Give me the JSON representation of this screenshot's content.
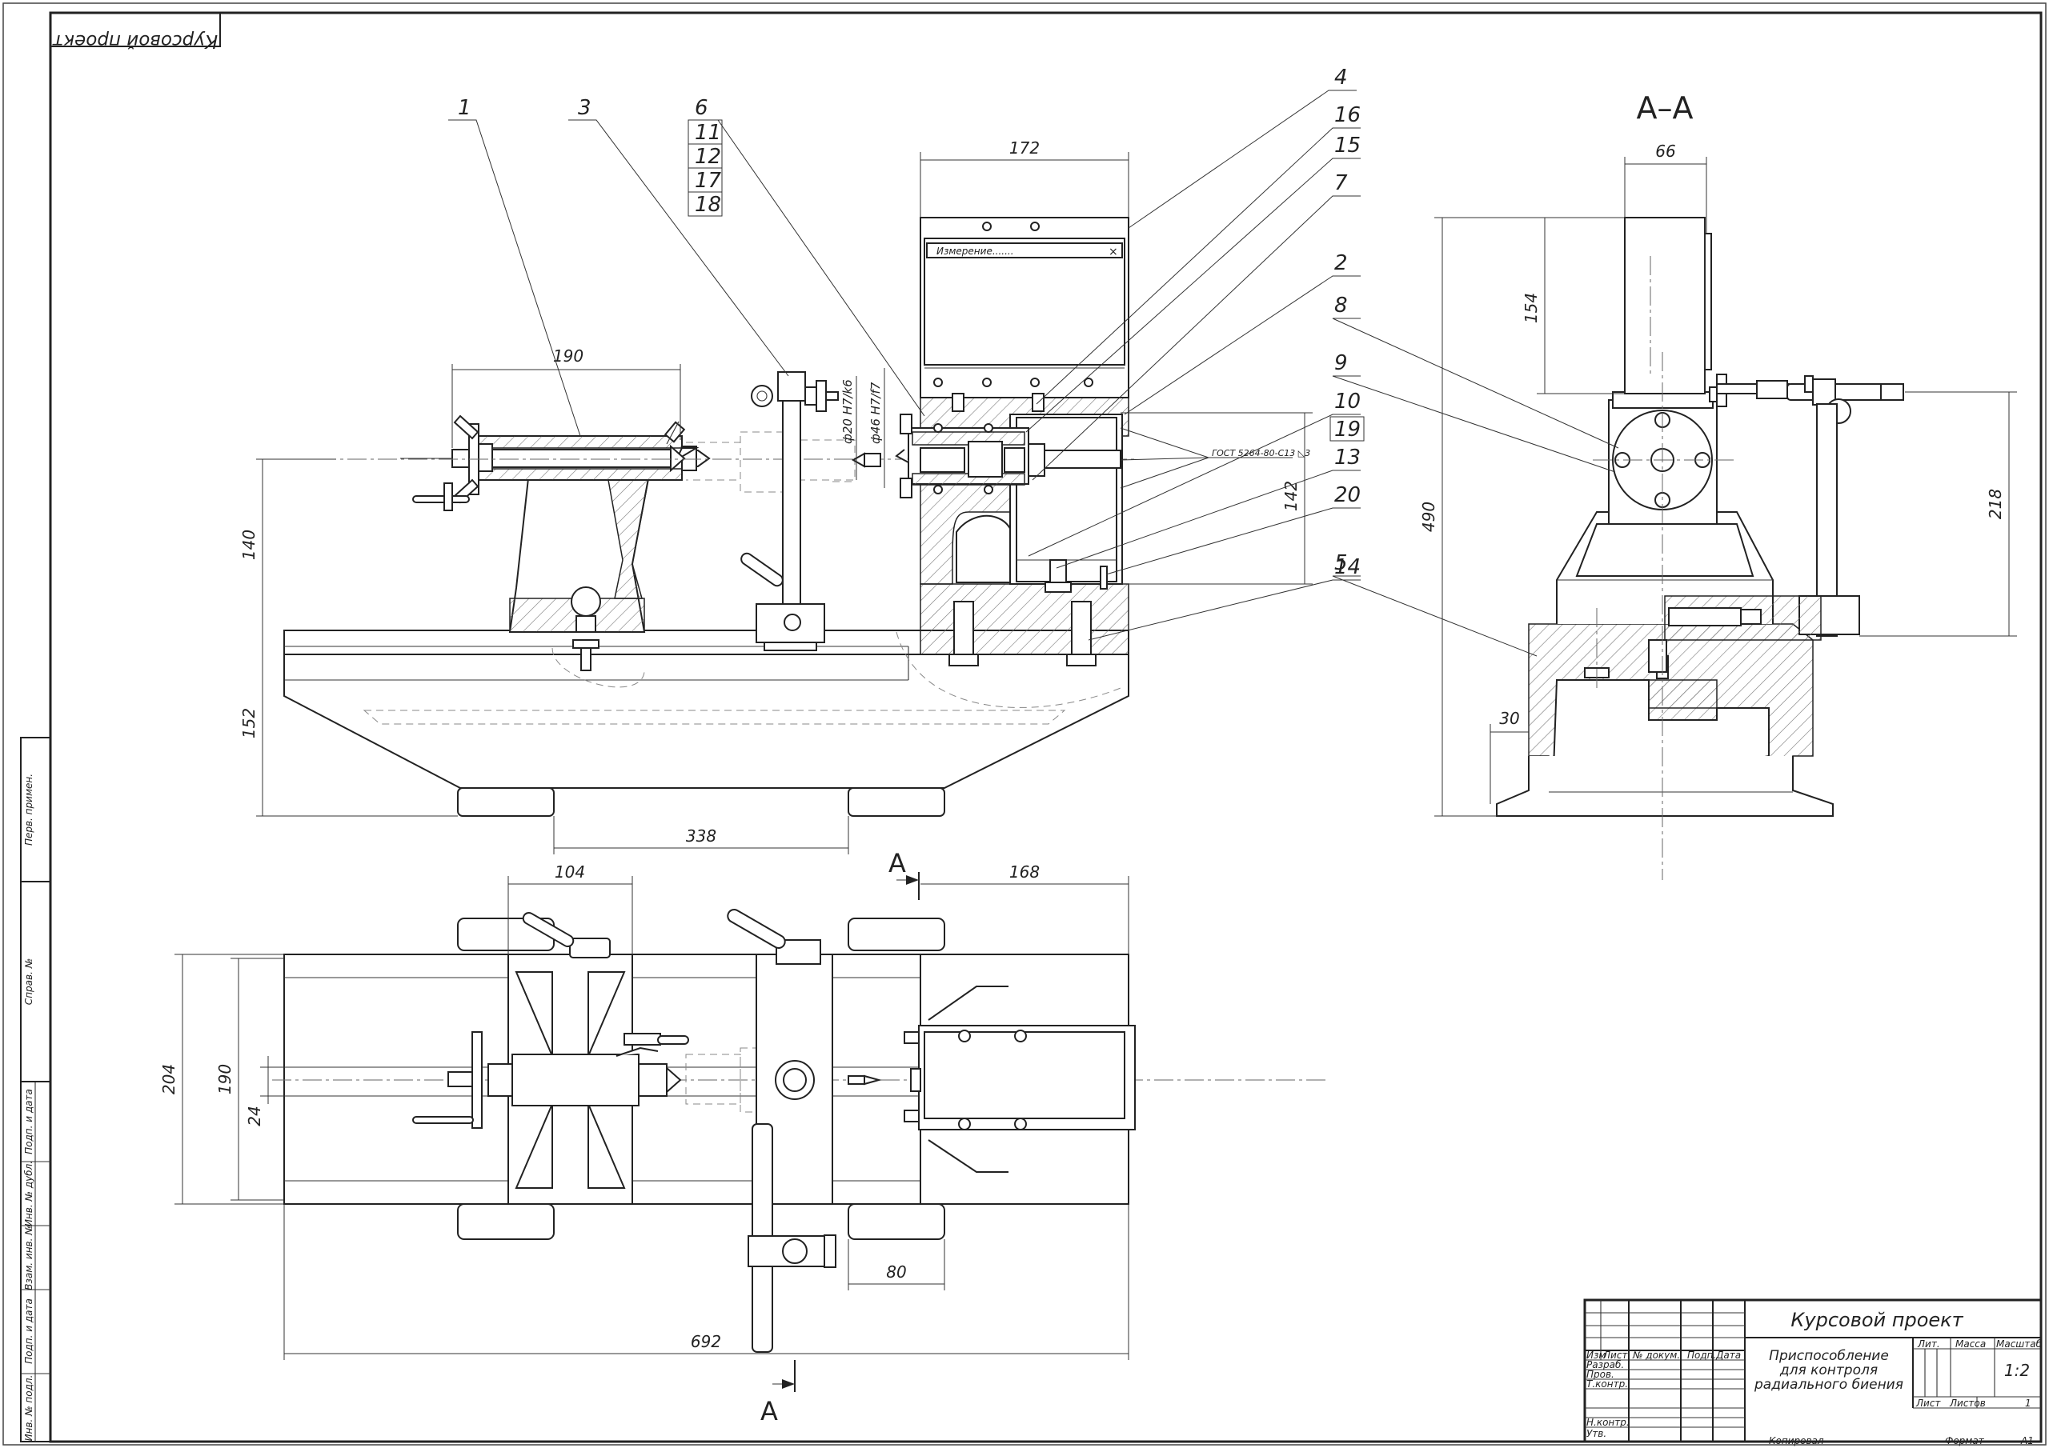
{
  "stamp_top_left": "Курсовой проект",
  "section_label": "А–А",
  "section_marker": "А",
  "window": {
    "title": "Измерение.......",
    "close": "×"
  },
  "callouts": {
    "p1": "1",
    "p3": "3",
    "p6": "6",
    "p11": "11",
    "p12": "12",
    "p17": "17",
    "p18": "18",
    "p4": "4",
    "p16": "16",
    "p15": "15",
    "p7": "7",
    "p2": "2",
    "p8": "8",
    "p9": "9",
    "p10": "10",
    "p19": "19",
    "p13": "13",
    "p20": "20",
    "p14": "14",
    "p5": "5"
  },
  "weld_note": "ГОСТ 5264-80-С13 ◺3",
  "dims": {
    "d190_top": "190",
    "d172": "172",
    "d140": "140",
    "d152": "152",
    "d338": "338",
    "d142": "142",
    "fit1": "ф20 H7/k6",
    "fit2": "ф46 H7/f7",
    "d66": "66",
    "d154": "154",
    "d490": "490",
    "d218": "218",
    "d30": "30",
    "d104": "104",
    "d168": "168",
    "d204": "204",
    "d190_plan": "190",
    "d24": "24",
    "d80": "80",
    "d692": "692"
  },
  "left_strip": [
    "Перв. примен.",
    "Справ. №",
    "Подп. и дата",
    "Инв. № дубл.",
    "Взам. инв. №",
    "Подп. и дата",
    "Инв. № подл."
  ],
  "title_block": {
    "project": "Курсовой проект",
    "name_line1": "Приспособление",
    "name_line2": "для контроля",
    "name_line3": "радиального биения",
    "col_izm": "Изм",
    "col_list": "Лист",
    "col_doc": "№ докум.",
    "col_sign": "Подп.",
    "col_date": "Дата",
    "row_razrab": "Разраб.",
    "row_prov": "Пров.",
    "row_tkontr": "Т.контр.",
    "row_nkontr": "Н.контр.",
    "row_utv": "Утв.",
    "lit": "Лит.",
    "mass": "Масса",
    "scale": "Масштаб",
    "scale_value": "1:2",
    "sheet": "Лист",
    "sheets": "Листов",
    "sheets_value": "1",
    "copied": "Копировал",
    "format_label": "Формат",
    "format_value": "А1"
  }
}
